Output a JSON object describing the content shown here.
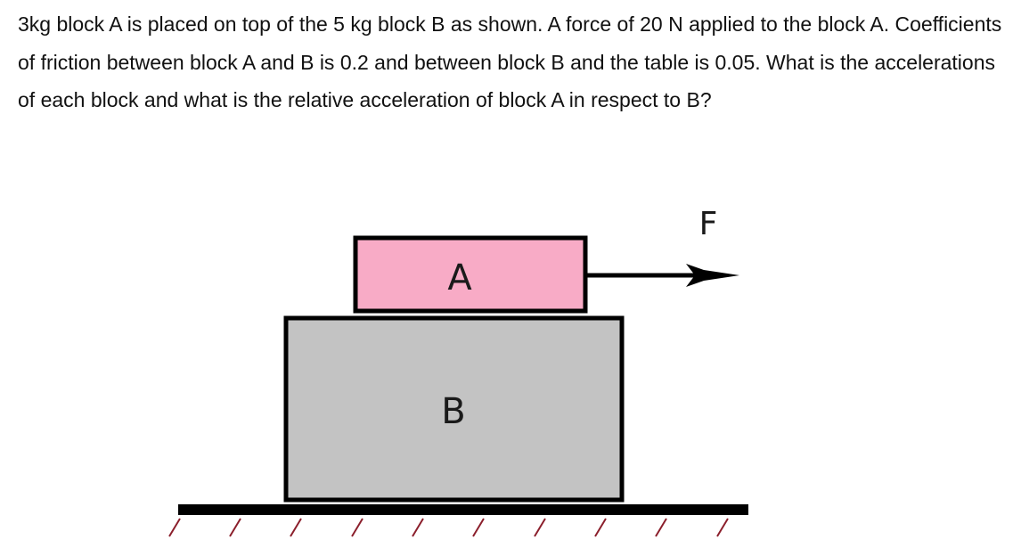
{
  "problem": {
    "text": "3kg block A is placed on top of the 5 kg block B as shown. A force of 20 N applied to the block A. Coefficients of friction between block A and B is 0.2 and between block B and the table is 0.05. What is the accelerations of each block and what is the relative acceleration of block A in respect to B?"
  },
  "diagram": {
    "block_a_label": "A",
    "block_b_label": "B",
    "force_label": "F",
    "colors": {
      "block_a_fill": "#F8ABC6",
      "block_b_fill": "#C3C3C3",
      "outline": "#000000",
      "hatch": "#8B1E2B"
    }
  }
}
